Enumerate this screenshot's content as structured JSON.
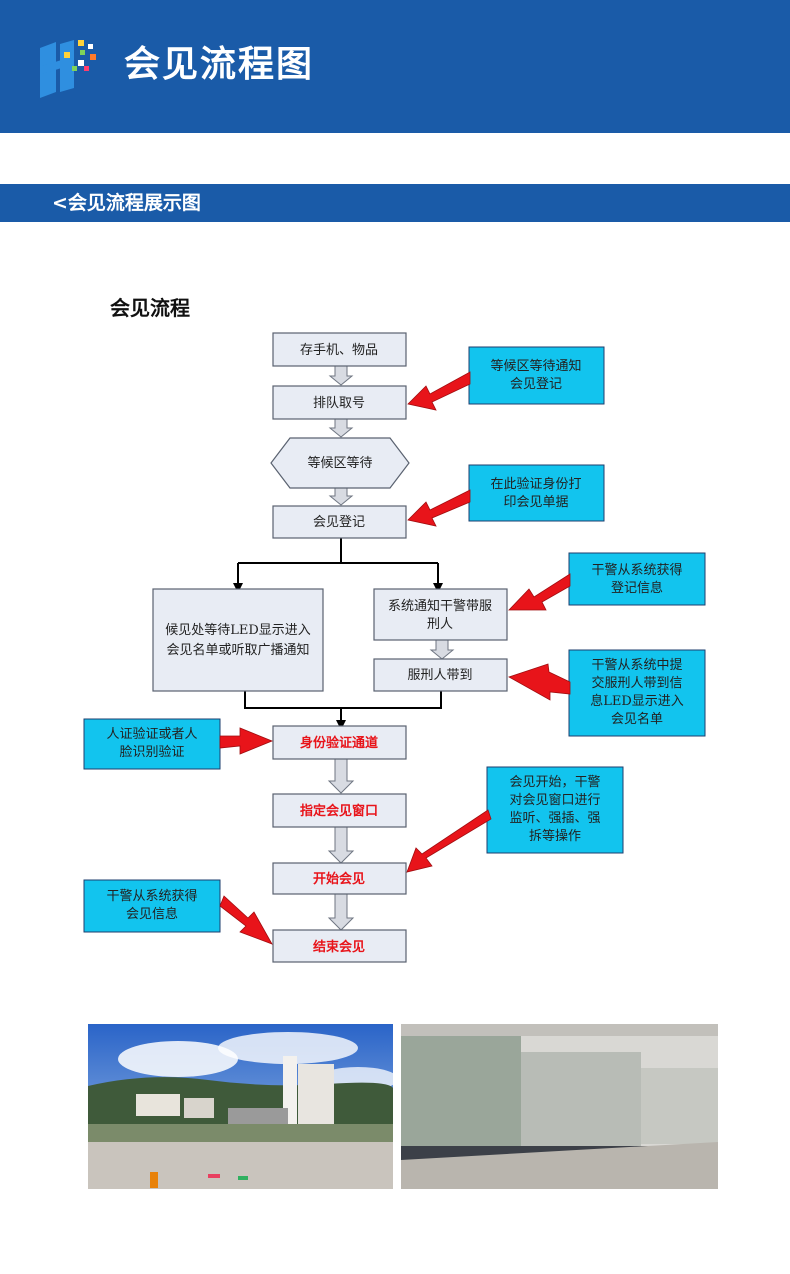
{
  "header": {
    "title": "会见流程图"
  },
  "section": {
    "title": "<会见流程展示图"
  },
  "flowchart": {
    "title": "会见流程",
    "steps": {
      "store": "存手机、物品",
      "queue": "排队取号",
      "wait": "等候区等待",
      "register": "会见登记",
      "led_line1": "候见处等待LED显示进入",
      "led_line2": "会见名单或听取广播通知",
      "notify_line1": "系统通知干警带服",
      "notify_line2": "刑人",
      "arrive": "服刑人带到",
      "verify": "身份验证通道",
      "window": "指定会见窗口",
      "start": "开始会见",
      "end": "结束会见"
    },
    "callouts": {
      "wait_notice": [
        "等候区等待通知",
        "会见登记"
      ],
      "id_check": [
        "在此验证身份打",
        "印会见单据"
      ],
      "guard_info": [
        "干警从系统获得",
        "登记信息"
      ],
      "guard_led": [
        "干警从系统中提",
        "交服刑人带到信",
        "息LED显示进入",
        "会见名单"
      ],
      "face_check": [
        "人证验证或者人",
        "脸识别验证"
      ],
      "monitor": [
        "会见开始，干警",
        "对会见窗口进行",
        "监听、强插、强",
        "拆等操作"
      ],
      "end_info": [
        "干警从系统获得",
        "会见信息"
      ]
    }
  },
  "photos": [
    {
      "name": "prison-gate-photo"
    },
    {
      "name": "visiting-room-photo"
    }
  ],
  "colors": {
    "brand_blue": "#1a5ba8",
    "node_fill": "#e8ecf4",
    "callout_fill": "#12c4ee",
    "arrow_red": "#e8141a",
    "highlight_text": "#e8141a"
  }
}
